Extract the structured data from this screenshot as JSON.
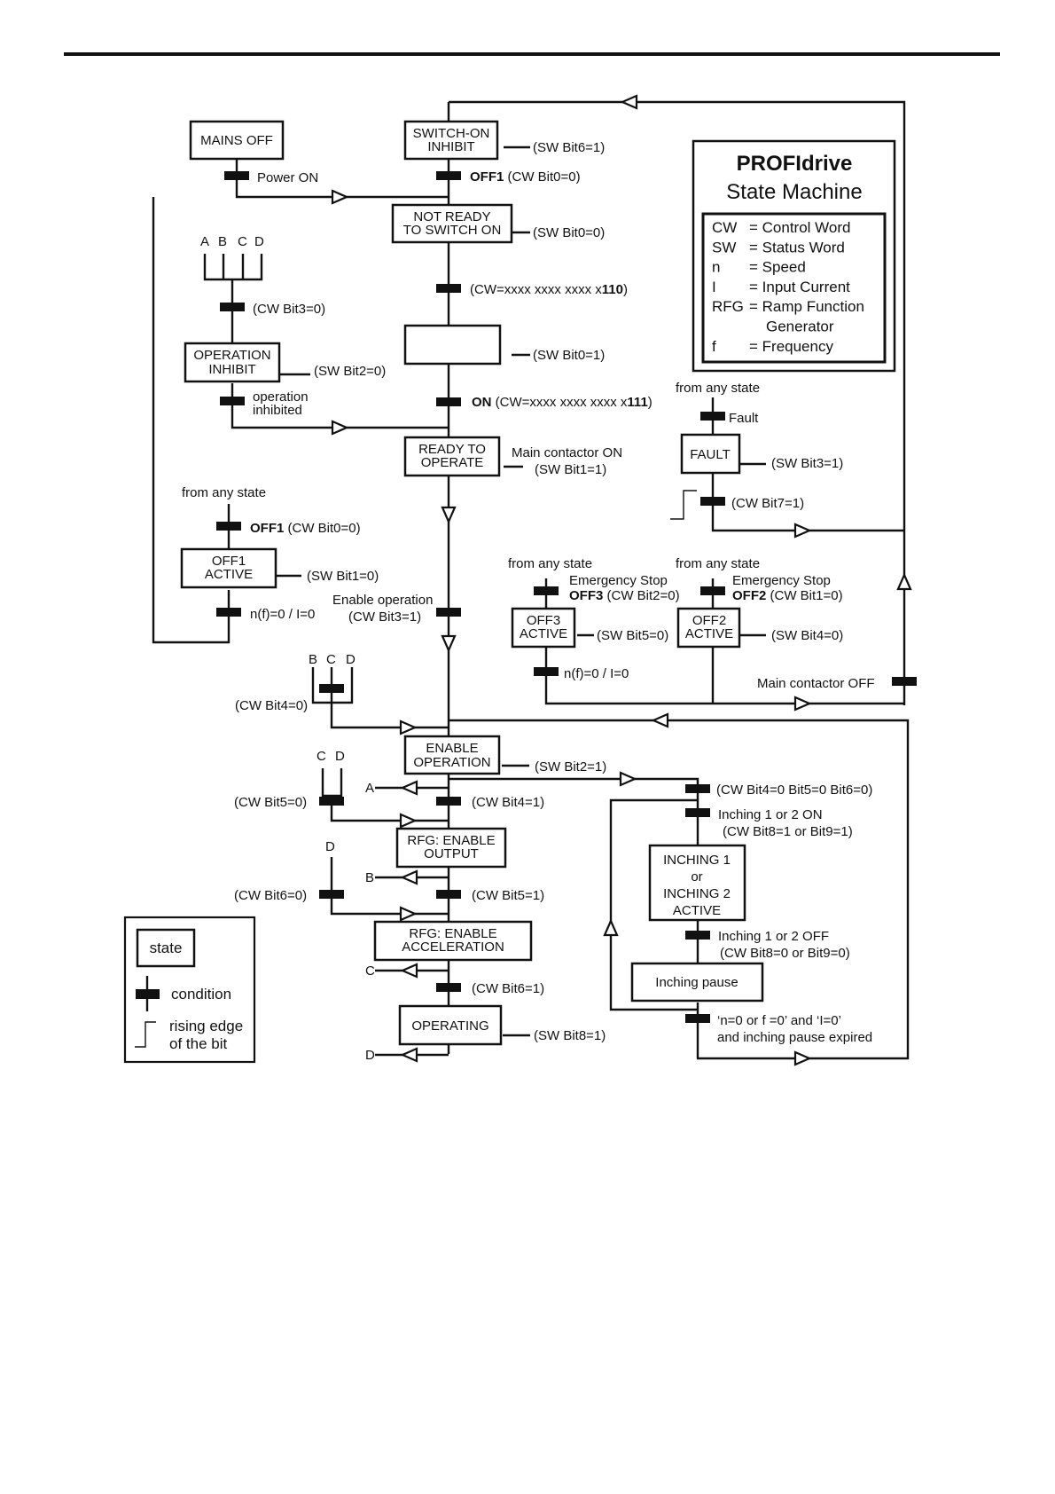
{
  "title": {
    "line1": "PROFIdrive",
    "line2": "State Machine"
  },
  "abbreviations": [
    {
      "abbr": "CW",
      "meaning": "= Control Word"
    },
    {
      "abbr": "SW",
      "meaning": "= Status Word"
    },
    {
      "abbr": "n",
      "meaning": "= Speed"
    },
    {
      "abbr": "I",
      "meaning": "= Input Current"
    },
    {
      "abbr": "RFG",
      "meaning": "= Ramp Function"
    },
    {
      "abbr": "",
      "meaning": "Generator"
    },
    {
      "abbr": "f",
      "meaning": "= Frequency"
    }
  ],
  "states": {
    "mains_off": [
      "MAINS OFF"
    ],
    "switch_on_inhibit": [
      "SWITCH-ON",
      "INHIBIT"
    ],
    "not_ready": [
      "NOT READY",
      "TO SWITCH ON"
    ],
    "ready_to_switch_on": [],
    "operation_inhibit": [
      "OPERATION",
      "INHIBIT"
    ],
    "ready_to_operate": [
      "READY TO",
      "OPERATE"
    ],
    "fault": [
      "FAULT"
    ],
    "off1_active": [
      "OFF1",
      "ACTIVE"
    ],
    "off3_active": [
      "OFF3",
      "ACTIVE"
    ],
    "off2_active": [
      "OFF2",
      "ACTIVE"
    ],
    "enable_operation": [
      "ENABLE",
      "OPERATION"
    ],
    "rfg_enable_output": [
      "RFG: ENABLE",
      "OUTPUT"
    ],
    "rfg_enable_accel": [
      "RFG: ENABLE",
      "ACCELERATION"
    ],
    "operating": [
      "OPERATING"
    ],
    "inching_active": [
      "INCHING 1",
      "or",
      "INCHING 2",
      "ACTIVE"
    ],
    "inching_pause": [
      "Inching pause"
    ]
  },
  "labels": {
    "sw_bit6_1": "(SW Bit6=1)",
    "power_on": "Power ON",
    "off1_bold": "OFF1",
    "cw_bit0_0": "(CW Bit0=0)",
    "sw_bit0_0": "(SW Bit0=0)",
    "abcd": [
      "A",
      "B",
      "C",
      "D"
    ],
    "cw_110_prefix": "(CW=xxxx xxxx xxxx x",
    "cw_110_bold": "110",
    "paren_close": ")",
    "cw_bit3_0": "(CW Bit3=0)",
    "sw_bit0_1": "(SW Bit0=1)",
    "sw_bit2_0": "(SW Bit2=0)",
    "operation_inhibited": [
      "operation",
      "inhibited"
    ],
    "on_bold": "ON",
    "cw_111_prefix": "(CW=xxxx xxxx xxxx x",
    "cw_111_bold": "111",
    "from_any_state": "from any state",
    "fault_cond": "Fault",
    "main_contactor_on": "Main contactor ON",
    "sw_bit1_1": "(SW Bit1=1)",
    "sw_bit3_1": "(SW Bit3=1)",
    "cw_bit7_1": "(CW Bit7=1)",
    "off1_cw_bit0_0": "(CW Bit0=0)",
    "sw_bit1_0": "(SW Bit1=0)",
    "nf0_i0": "n(f)=0 / I=0",
    "enable_operation": "Enable operation",
    "cw_bit3_1": "(CW Bit3=1)",
    "emergency_stop": "Emergency Stop",
    "off3_bold": "OFF3",
    "cw_bit2_0": "(CW Bit2=0)",
    "off2_bold": "OFF2",
    "cw_bit1_0": "(CW Bit1=0)",
    "sw_bit5_0": "(SW Bit5=0)",
    "sw_bit4_0": "(SW Bit4=0)",
    "main_contactor_off": "Main contactor OFF",
    "bcd": [
      "B",
      "C",
      "D"
    ],
    "cw_bit4_0": "(CW Bit4=0)",
    "sw_bit2_1": "(SW Bit2=1)",
    "cd": [
      "C",
      "D"
    ],
    "a": "A",
    "cw_bit5_0": "(CW Bit5=0)",
    "cw_bit4_1": "(CW Bit4=1)",
    "cw_bit456_0": "(CW Bit4=0 Bit5=0 Bit6=0)",
    "inching_on": "Inching 1 or 2 ON",
    "cw_bit8_9_1": "(CW Bit8=1 or Bit9=1)",
    "d": "D",
    "b": "B",
    "cw_bit6_0": "(CW Bit6=0)",
    "cw_bit5_1": "(CW Bit5=1)",
    "c": "C",
    "cw_bit6_1": "(CW Bit6=1)",
    "sw_bit8_1": "(SW Bit8=1)",
    "inching_off": "Inching 1 or 2 OFF",
    "cw_bit8_9_0": "(CW Bit8=0 or Bit9=0)",
    "n0_f0_i0": "‘n=0 or f =0’ and ‘I=0’",
    "pause_expired": "and inching pause expired"
  },
  "legend": {
    "state": "state",
    "condition": "condition",
    "rising_edge": [
      "rising edge",
      "of the bit"
    ]
  }
}
